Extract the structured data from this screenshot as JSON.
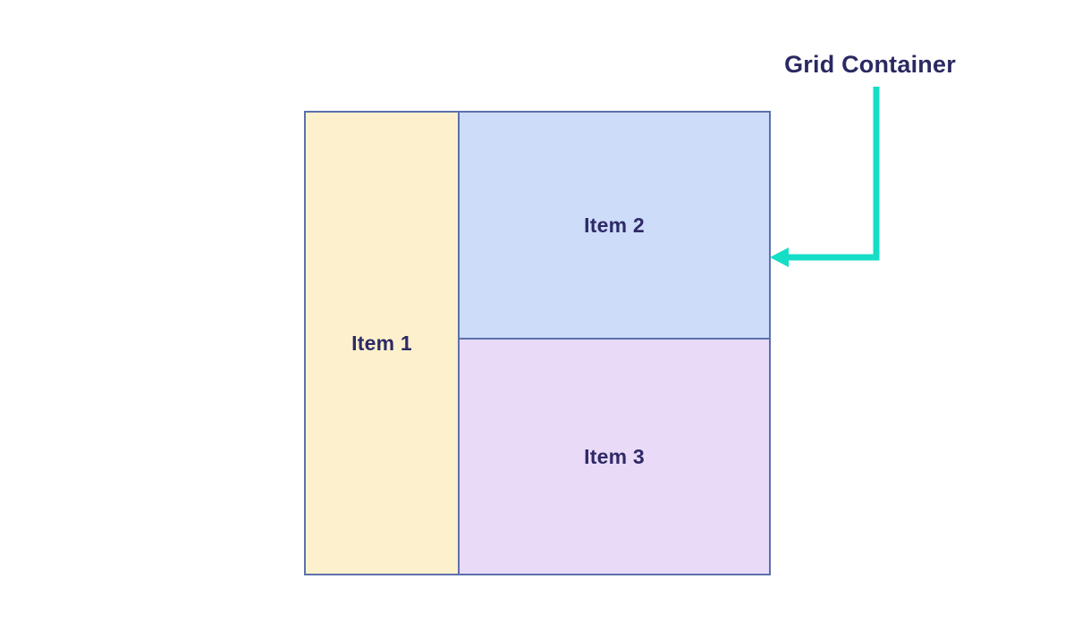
{
  "diagram": {
    "annotation": {
      "label": "Grid Container"
    },
    "container": {
      "items": [
        {
          "label": "Item 1"
        },
        {
          "label": "Item 2"
        },
        {
          "label": "Item 3"
        }
      ]
    },
    "colors": {
      "background": "#ffffff",
      "item1_bg": "#fdf1cd",
      "item2_bg": "#cddcf8",
      "item3_bg": "#e9daf8",
      "border": "#5c70ac",
      "text": "#2e2a66",
      "label_text": "#2b2961",
      "arrow": "#14dec6"
    }
  }
}
